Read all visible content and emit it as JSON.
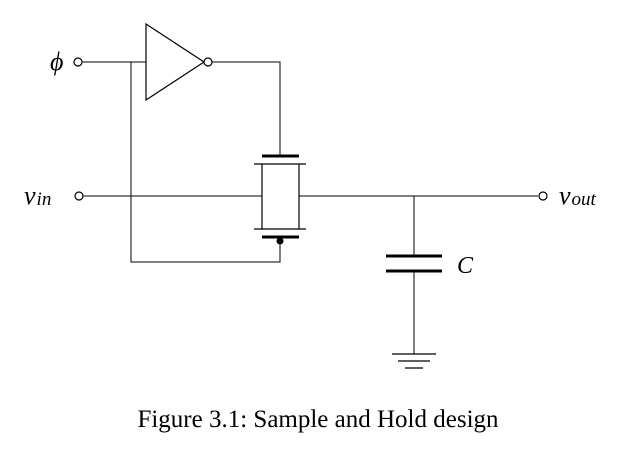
{
  "labels": {
    "phi": "ϕ",
    "vin_base": "v",
    "vin_sub": "in",
    "vout_base": "v",
    "vout_sub": "out",
    "capacitor": "C"
  },
  "caption": "Figure 3.1: Sample and Hold design"
}
